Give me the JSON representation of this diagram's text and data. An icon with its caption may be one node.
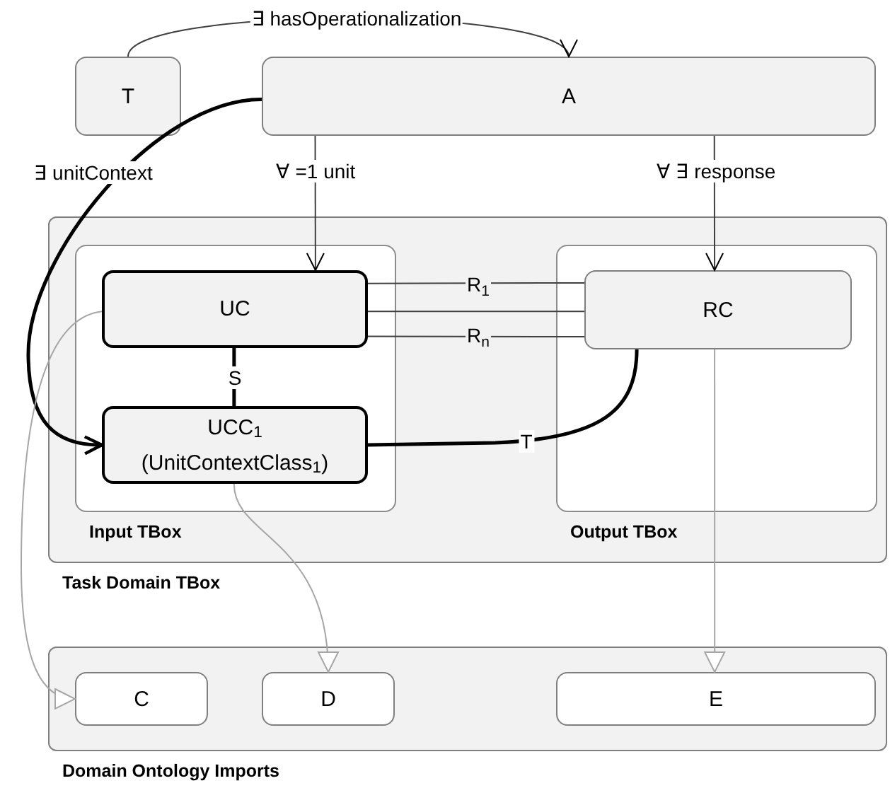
{
  "diagram": {
    "nodes": [
      {
        "text": [
          "T"
        ]
      },
      {
        "text": [
          "A"
        ]
      },
      {
        "text": [
          "Task Domain TBox"
        ]
      },
      {
        "text": [
          "Input TBox"
        ],
        "in": 2
      },
      {
        "text": [
          "UC"
        ],
        "in": 3
      },
      {
        "text": [
          "UCC$_{1}$ (UnitContextClass$_{1}$)"
        ],
        "in": 3
      },
      {
        "text": [
          "Output TBox"
        ],
        "in": 2
      },
      {
        "text": [
          "RC"
        ],
        "in": 6
      },
      {
        "text": [
          "Domain Ontology Imports"
        ]
      },
      {
        "text": [
          "C"
        ],
        "in": 8
      },
      {
        "text": [
          "D"
        ],
        "in": 8
      },
      {
        "text": [
          "E"
        ],
        "in": 8
      }
    ],
    "edges": [
      {
        "from": 0,
        "to": 1,
        "arrow": "to",
        "label": "∃ hasOperationalization"
      },
      {
        "from": 1,
        "to": 5,
        "arrow": "to",
        "label": "∃ unitContext",
        "style": "thick"
      },
      {
        "from": 1,
        "to": 4,
        "arrow": "to",
        "label": "∀ =1 unit"
      },
      {
        "from": 1,
        "to": 7,
        "arrow": "to",
        "label": "∀ ∃ response"
      },
      {
        "from": 4,
        "to": 7,
        "arrow": "none",
        "label": "R$_{1}$"
      },
      {
        "from": 4,
        "to": 7,
        "arrow": "none"
      },
      {
        "from": 4,
        "to": 7,
        "arrow": "none",
        "label": "R$_{n}$"
      },
      {
        "from": 4,
        "to": 5,
        "arrow": "none",
        "label": "S",
        "style": "thick"
      },
      {
        "from": 5,
        "to": 7,
        "arrow": "none",
        "label": "T",
        "style": "thick"
      },
      {
        "from": 4,
        "to": 9,
        "arrow": "to",
        "color": "#a6a6a6"
      },
      {
        "from": 5,
        "to": 10,
        "arrow": "to",
        "color": "#a6a6a6"
      },
      {
        "from": 7,
        "to": 11,
        "arrow": "to",
        "color": "#a6a6a6"
      }
    ]
  }
}
